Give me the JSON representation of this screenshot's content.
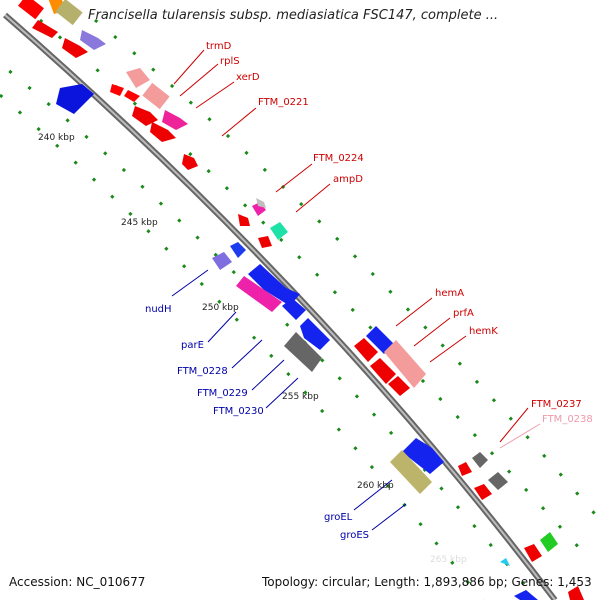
{
  "title": "Francisella tularensis subsp. mediasiatica FSC147, complete ...",
  "accession": "Accession: NC_010677",
  "topology": "Topology: circular; Length: 1,893,886 bp; Genes: 1,453",
  "ticks": [
    "240 kbp",
    "245 kbp",
    "250 kbp",
    "255 kbp",
    "260 kbp",
    "265 kbp"
  ],
  "gene_labels": {
    "trmD": "trmD",
    "rplS": "rplS",
    "xerD": "xerD",
    "ftm0221": "FTM_0221",
    "ftm0224": "FTM_0224",
    "ampD": "ampD",
    "hemA": "hemA",
    "prfA": "prfA",
    "hemK": "hemK",
    "ftm0237": "FTM_0237",
    "ftm0238": "FTM_0238",
    "nudH": "nudH",
    "parE": "parE",
    "ftm0228": "FTM_0228",
    "ftm0229": "FTM_0229",
    "ftm0230": "FTM_0230",
    "groEL": "groEL",
    "groES": "groES"
  },
  "colors": {
    "backbone": "#8a8a8a",
    "red_label": "#cc0000",
    "blue_label": "#0000aa",
    "pink_label": "#ee99aa",
    "tick_dot": "#1a8a1a"
  }
}
